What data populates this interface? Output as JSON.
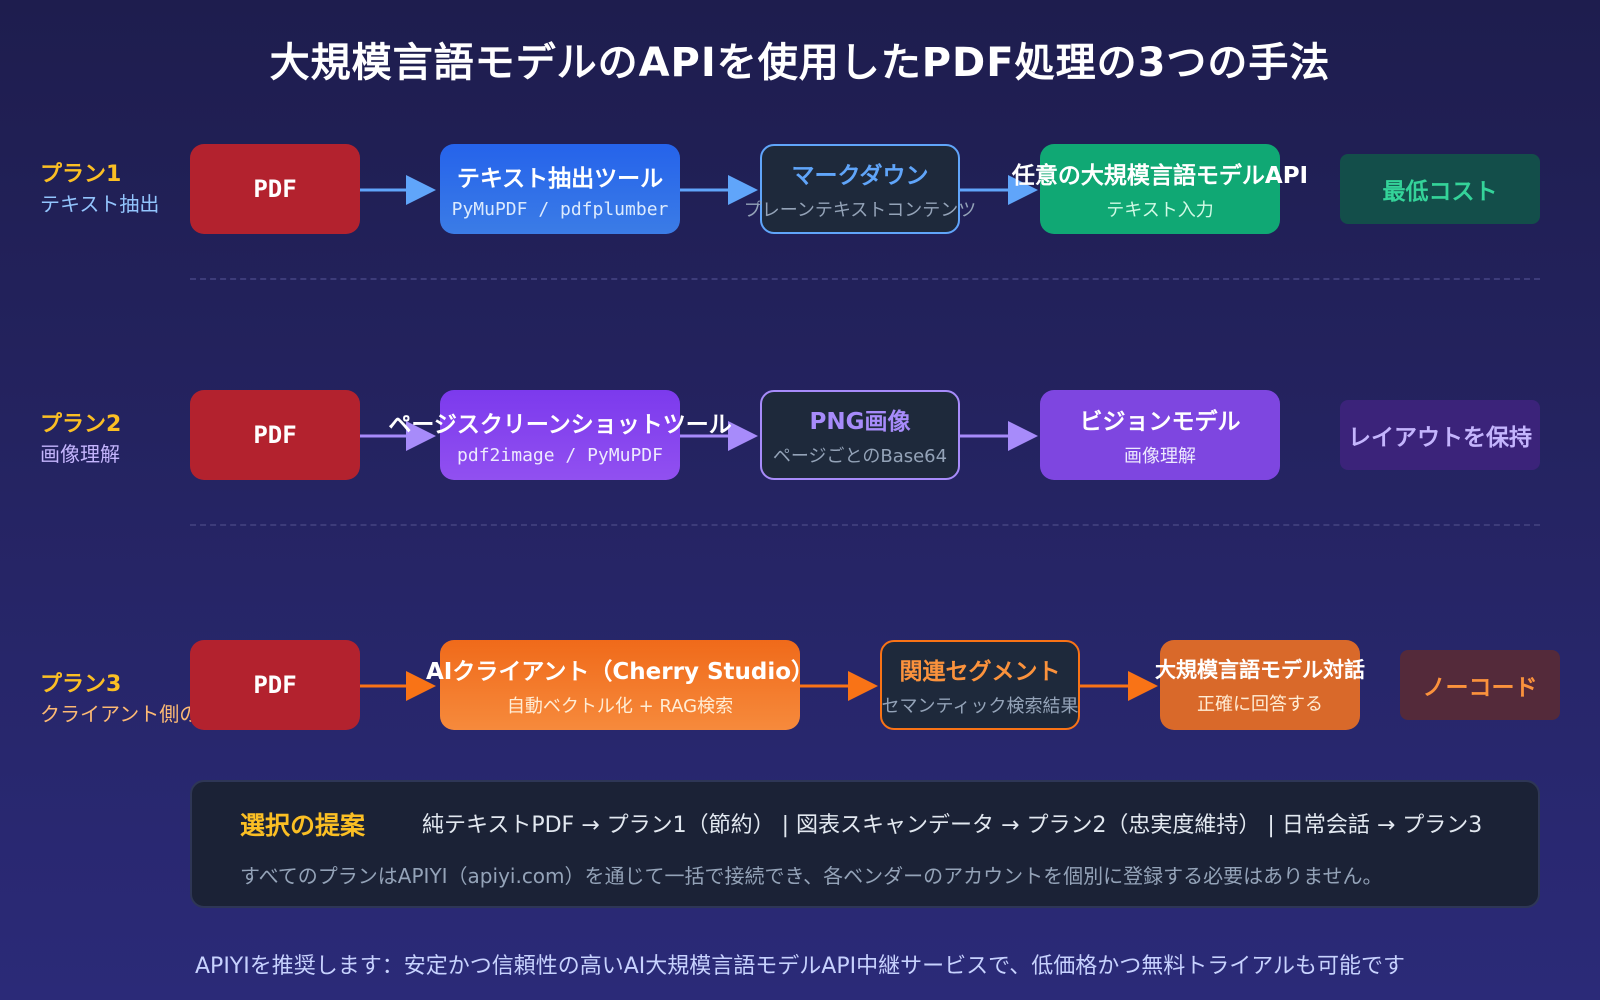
{
  "title": "大規模言語モデルのAPIを使用したPDF処理の3つの手法",
  "colors": {
    "plan_label": "#fbbf24",
    "plan1_accent": "#60a5fa",
    "plan2_accent": "#a78bfa",
    "plan3_accent": "#f97316",
    "pdf_box": "#b3222e"
  },
  "plans": [
    {
      "name": "プラン1",
      "subtitle": "テキスト抽出",
      "steps": [
        {
          "title": "PDF"
        },
        {
          "title": "テキスト抽出ツール",
          "sub": "PyMuPDF / pdfplumber"
        },
        {
          "title": "マークダウン",
          "sub": "プレーンテキストコンテンツ"
        },
        {
          "title": "任意の大規模言語モデルAPI",
          "sub": "テキスト入力"
        }
      ],
      "badge": "最低コスト"
    },
    {
      "name": "プラン2",
      "subtitle": "画像理解",
      "steps": [
        {
          "title": "PDF"
        },
        {
          "title": "ページスクリーンショットツール",
          "sub": "pdf2image / PyMuPDF"
        },
        {
          "title": "PNG画像",
          "sub": "ページごとのBase64"
        },
        {
          "title": "ビジョンモデル",
          "sub": "画像理解"
        }
      ],
      "badge": "レイアウトを保持"
    },
    {
      "name": "プラン3",
      "subtitle": "クライアント側の処理",
      "steps": [
        {
          "title": "PDF"
        },
        {
          "title": "AIクライアント（Cherry Studio）",
          "sub": "自動ベクトル化 + RAG検索"
        },
        {
          "title": "関連セグメント",
          "sub": "セマンティック検索結果"
        },
        {
          "title": "大規模言語モデル対話",
          "sub": "正確に回答する"
        }
      ],
      "badge": "ノーコード"
    }
  ],
  "suggestion": {
    "title": "選択の提案",
    "line1": "純テキストPDF → プラン1（節約） | 図表スキャンデータ → プラン2（忠実度維持） | 日常会話 → プラン3",
    "line2": "すべてのプランはAPIYI（apiyi.com）を通じて一括で接続でき、各ベンダーのアカウントを個別に登録する必要はありません。"
  },
  "footer": "APIYIを推奨します：安定かつ信頼性の高いAI大規模言語モデルAPI中継サービスで、低価格かつ無料トライアルも可能です"
}
